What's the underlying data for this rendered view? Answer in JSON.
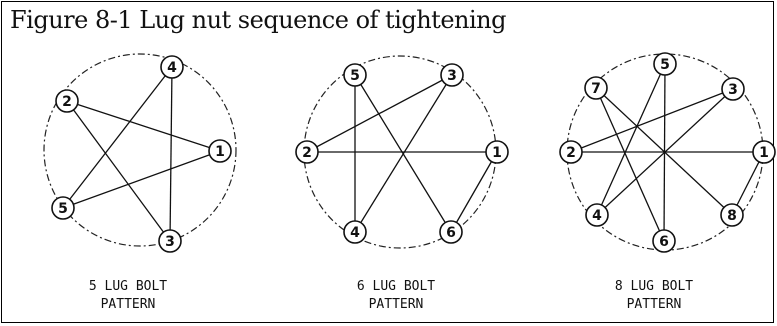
{
  "figure": {
    "title": "Figure 8-1  Lug nut sequence of tightening"
  },
  "patterns": [
    {
      "id": "five",
      "caption_line1": "5 LUG BOLT",
      "caption_line2": "PATTERN",
      "nut_count": 5,
      "sequence": [
        1,
        2,
        3,
        4,
        5
      ],
      "labels": [
        "1",
        "2",
        "3",
        "4",
        "5"
      ]
    },
    {
      "id": "six",
      "caption_line1": "6 LUG BOLT",
      "caption_line2": "PATTERN",
      "nut_count": 6,
      "sequence": [
        1,
        2,
        3,
        4,
        5,
        6
      ],
      "labels": [
        "1",
        "2",
        "3",
        "4",
        "5",
        "6"
      ]
    },
    {
      "id": "eight",
      "caption_line1": "8 LUG BOLT",
      "caption_line2": "PATTERN",
      "nut_count": 8,
      "sequence": [
        1,
        2,
        3,
        4,
        5,
        6,
        7,
        8
      ],
      "labels": [
        "1",
        "2",
        "3",
        "4",
        "5",
        "6",
        "7",
        "8"
      ]
    }
  ]
}
